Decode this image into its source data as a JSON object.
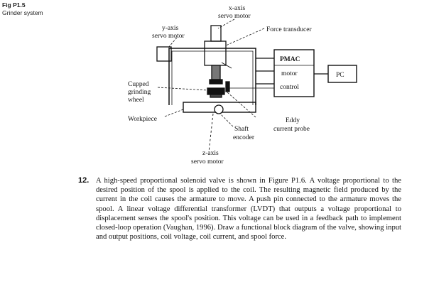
{
  "figure": {
    "number": "Fig P1.5",
    "title": "Grinder system",
    "labels": {
      "x_axis_1": "x-axis",
      "x_axis_2": "servo motor",
      "y_axis_1": "y-axis",
      "y_axis_2": "servo motor",
      "force_transducer": "Force transducer",
      "pmac": "PMAC",
      "motor": "motor",
      "control": "control",
      "pc": "PC",
      "cupped_1": "Cupped",
      "cupped_2": "grinding",
      "cupped_3": "wheel",
      "workpiece": "Workpiece",
      "eddy_1": "Eddy",
      "eddy_2": "current probe",
      "shaft_1": "Shaft",
      "shaft_2": "encoder",
      "z_axis_1": "z-axis",
      "z_axis_2": "servo motor"
    }
  },
  "problem": {
    "number": "12.",
    "text": "A high-speed proportional solenoid valve is shown in Figure P1.6. A voltage proportional to the desired position of the spool is applied to the coil. The resulting magnetic field produced by the current in the coil causes the armature to move. A push pin connected to the armature moves the spool. A linear voltage differential transformer (LVDT) that outputs a voltage proportional to displacement senses the spool's position. This voltage can be used in a feedback path to implement closed-loop operation (Vaughan, 1996). Draw a functional block diagram of the valve, showing input and output positions, coil voltage, coil current, and spool force."
  }
}
